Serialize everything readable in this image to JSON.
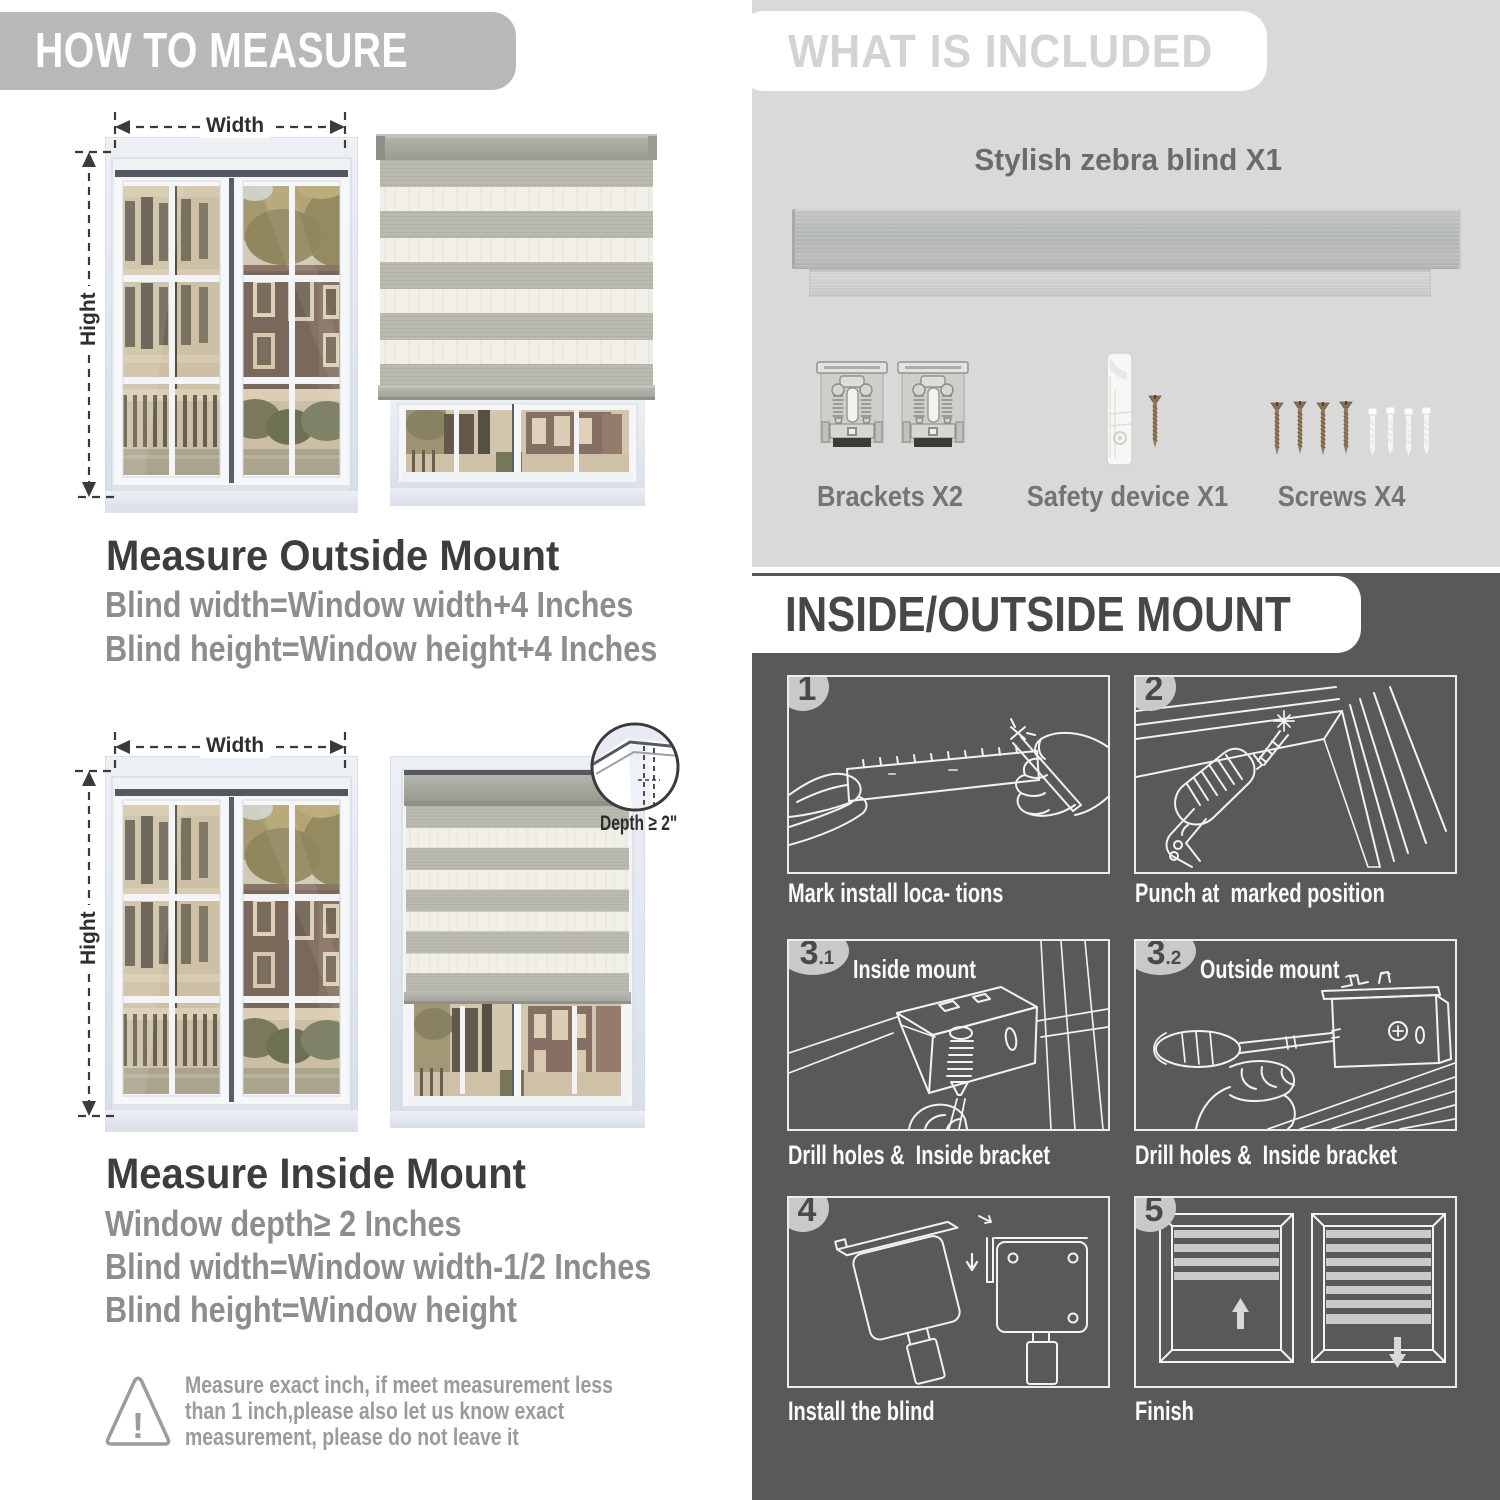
{
  "left": {
    "banner": {
      "label": "HOW TO MEASURE"
    },
    "outside": {
      "heading": "Measure Outside Mount",
      "line1": "Blind width=Window width+4 Inches",
      "line2": "Blind height=Window height+4 Inches",
      "width_label": "Width",
      "height_label": "Hight"
    },
    "inside": {
      "heading": "Measure Inside Mount",
      "line1": "Window depth≥ 2 Inches",
      "line2": "Blind width=Window width-1/2 Inches",
      "line3": "Blind height=Window height",
      "width_label": "Width",
      "height_label": "Hight",
      "depth_label": "Depth ≥ 2\""
    },
    "warning": {
      "icon": "exclamation-triangle",
      "line1": "Measure exact inch, if meet measurement less",
      "line2": "than 1 inch,please also let us know exact",
      "line3": "measurement, please do not leave it"
    }
  },
  "included": {
    "header": "WHAT IS INCLUDED",
    "blind_title": "Stylish zebra blind X1",
    "items": [
      {
        "label": "Brackets X2"
      },
      {
        "label": "Safety device X1"
      },
      {
        "label": "Screws X4"
      }
    ]
  },
  "mount": {
    "header": "INSIDE/OUTSIDE MOUNT",
    "steps": [
      {
        "num": "1",
        "sub": "",
        "label": "",
        "caption": "Mark install loca- tions"
      },
      {
        "num": "2",
        "sub": "",
        "label": "",
        "caption": "Punch at  marked position"
      },
      {
        "num": "3",
        "sub": ".1",
        "label": "Inside mount",
        "caption": "Drill holes &  Inside bracket"
      },
      {
        "num": "3",
        "sub": ".2",
        "label": "Outside mount",
        "caption": "Drill holes &  Inside bracket"
      },
      {
        "num": "4",
        "sub": "",
        "label": "",
        "caption": "Install the blind"
      },
      {
        "num": "5",
        "sub": "",
        "label": "",
        "caption": "Finish"
      }
    ]
  },
  "colors": {
    "banner_bg": "#b8b8b8",
    "light_panel_bg": "#d9d9d9",
    "dark_panel_bg": "#595959",
    "heading_text": "#3d3d3d",
    "formula_text": "#8d8d8d",
    "caption_text": "#fafafa"
  }
}
